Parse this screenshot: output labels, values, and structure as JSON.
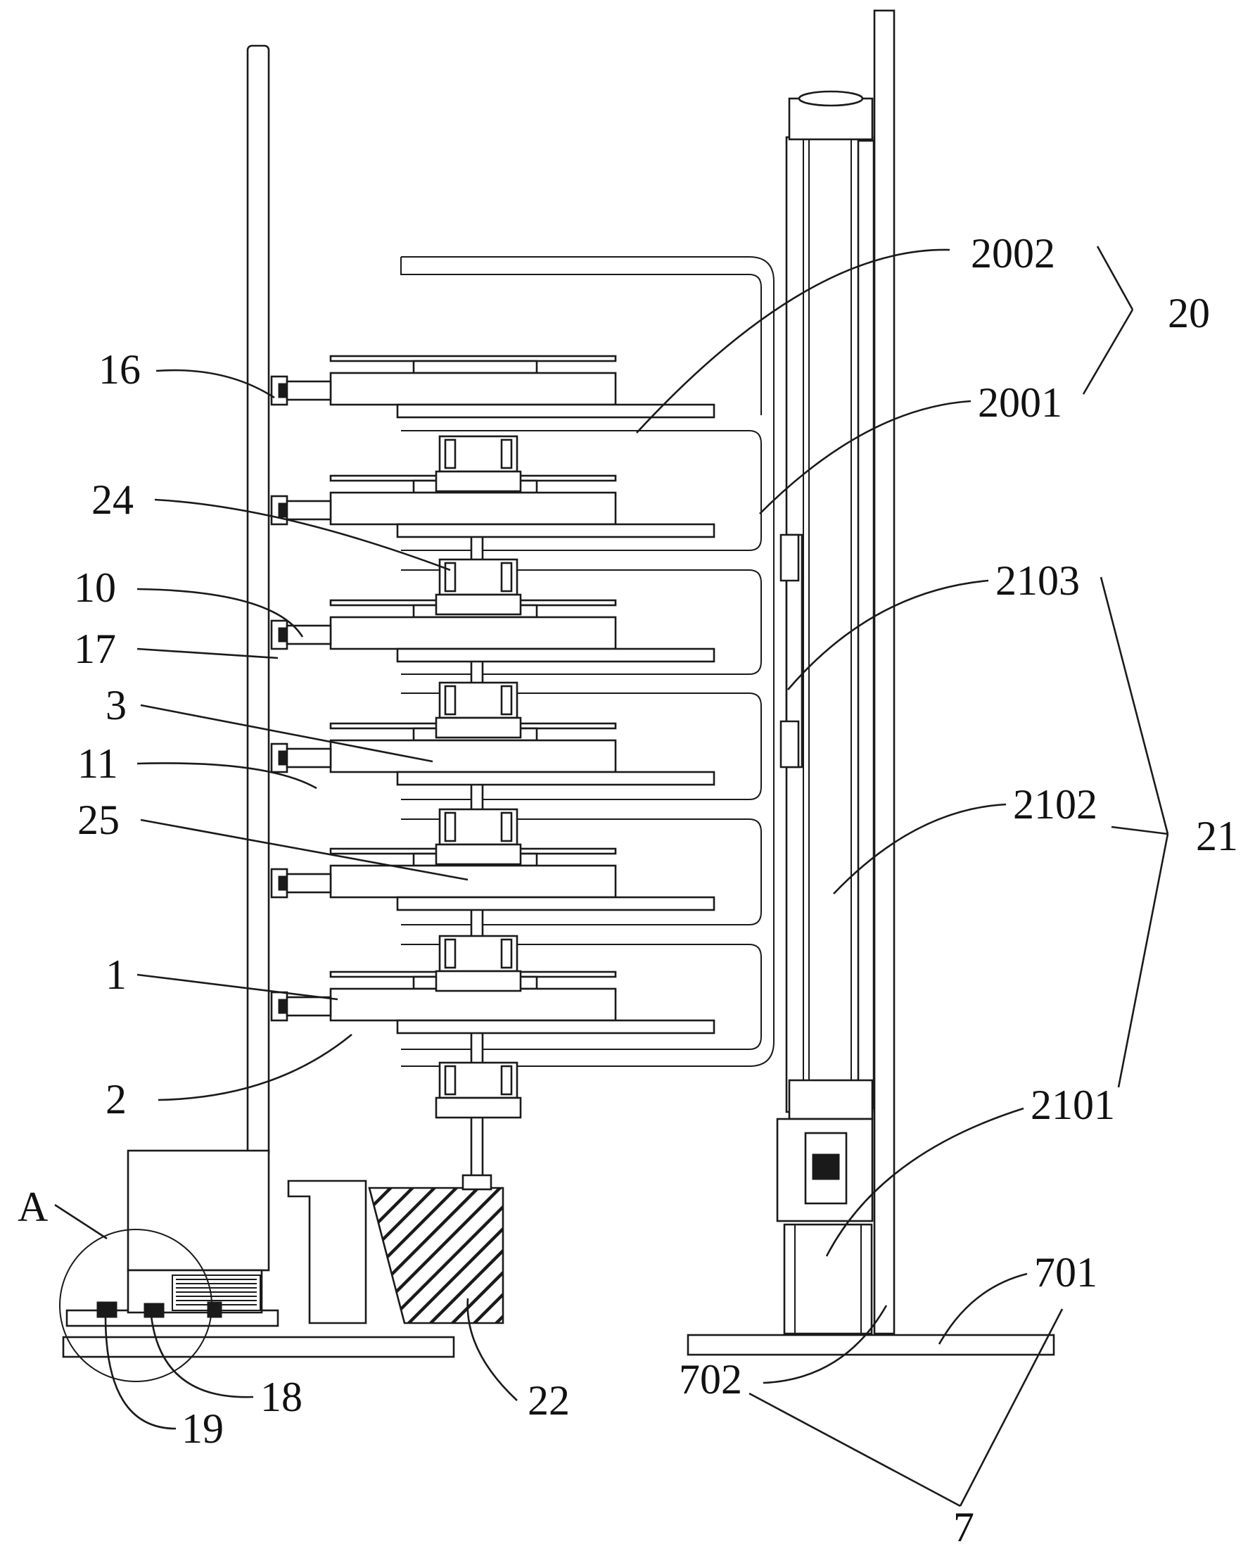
{
  "labels": {
    "l2002": "2002",
    "l20": "20",
    "l2001": "2001",
    "l16": "16",
    "l24": "24",
    "l10": "10",
    "l17": "17",
    "l3": "3",
    "l11": "11",
    "l25": "25",
    "l1": "1",
    "l2": "2",
    "l2103": "2103",
    "l2102": "2102",
    "l21": "21",
    "l2101": "2101",
    "lA": "A",
    "l18": "18",
    "l19": "19",
    "l22": "22",
    "l701": "701",
    "l702": "702",
    "l7": "7"
  },
  "colors": {
    "line": "#1a1a1a",
    "background": "#ffffff"
  }
}
